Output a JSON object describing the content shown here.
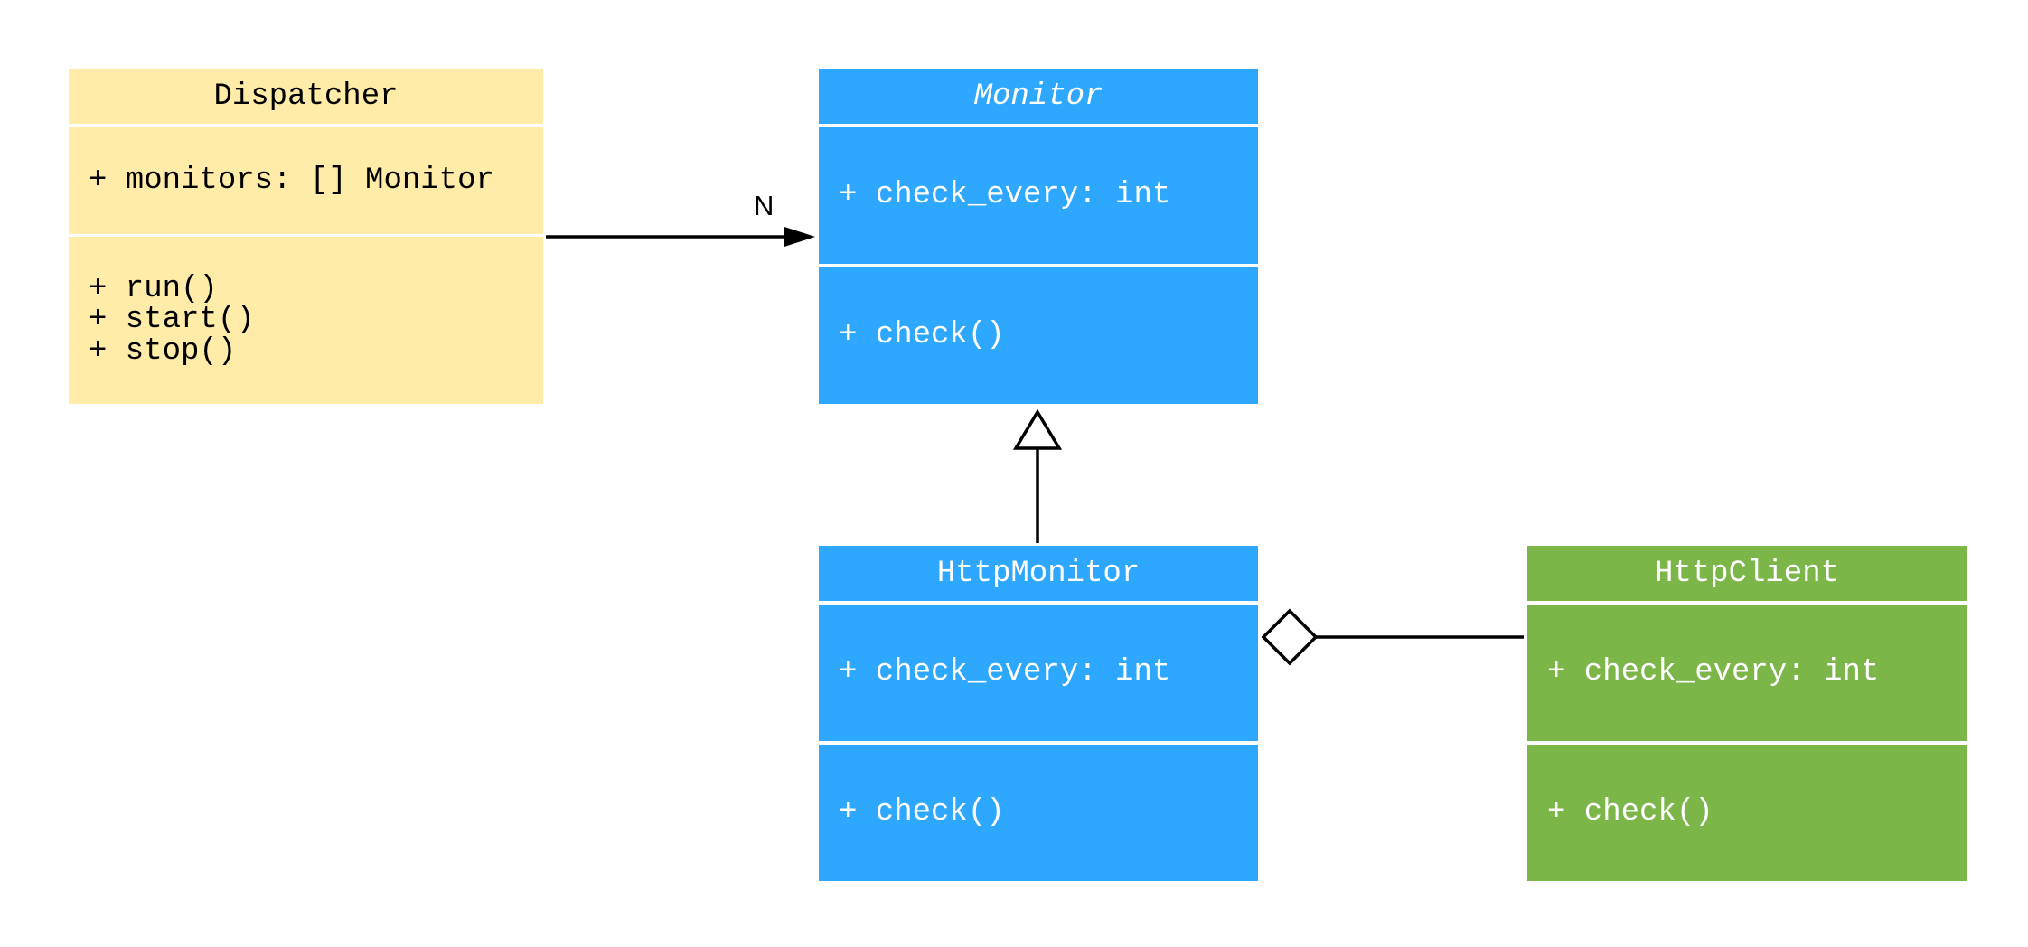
{
  "classes": {
    "dispatcher": {
      "name": "Dispatcher",
      "attributes": "+ monitors: [] Monitor",
      "methods": "+ run()\n+ start()\n+ stop()",
      "color": "#FFECA9"
    },
    "monitor": {
      "name": "Monitor",
      "attributes": "+ check_every: int",
      "methods": "+ check()",
      "color": "#2EA7FF",
      "abstract": true
    },
    "http_monitor": {
      "name": "HttpMonitor",
      "attributes": "+ check_every: int",
      "methods": "+ check()",
      "color": "#2EA7FF"
    },
    "http_client": {
      "name": "HttpClient",
      "attributes": "+ check_every: int",
      "methods": "+ check()",
      "color": "#7CB649"
    }
  },
  "relations": [
    {
      "from": "Dispatcher",
      "to": "Monitor",
      "type": "association",
      "multiplicity": "N"
    },
    {
      "from": "HttpMonitor",
      "to": "Monitor",
      "type": "inheritance"
    },
    {
      "from": "HttpClient",
      "to": "HttpMonitor",
      "type": "aggregation"
    }
  ]
}
